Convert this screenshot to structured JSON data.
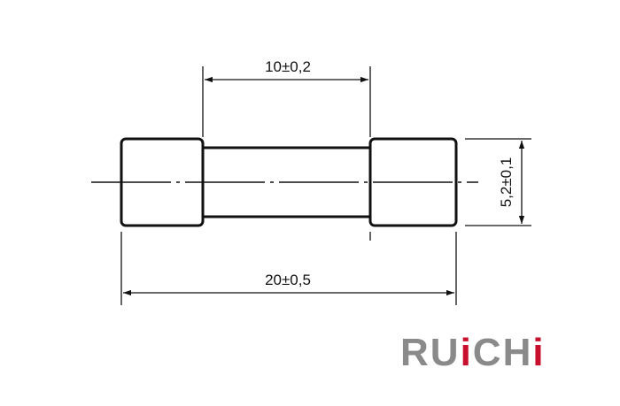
{
  "dimensions": {
    "body_length": "10±0,2",
    "overall_length": "20±0,5",
    "diameter": "5,2±0,1"
  },
  "logo": {
    "text": "RUiCHi",
    "colors": {
      "letters": "#8a8a8a",
      "dots": "#c8102e"
    }
  },
  "colors": {
    "line": "#111111",
    "background": "#ffffff"
  }
}
